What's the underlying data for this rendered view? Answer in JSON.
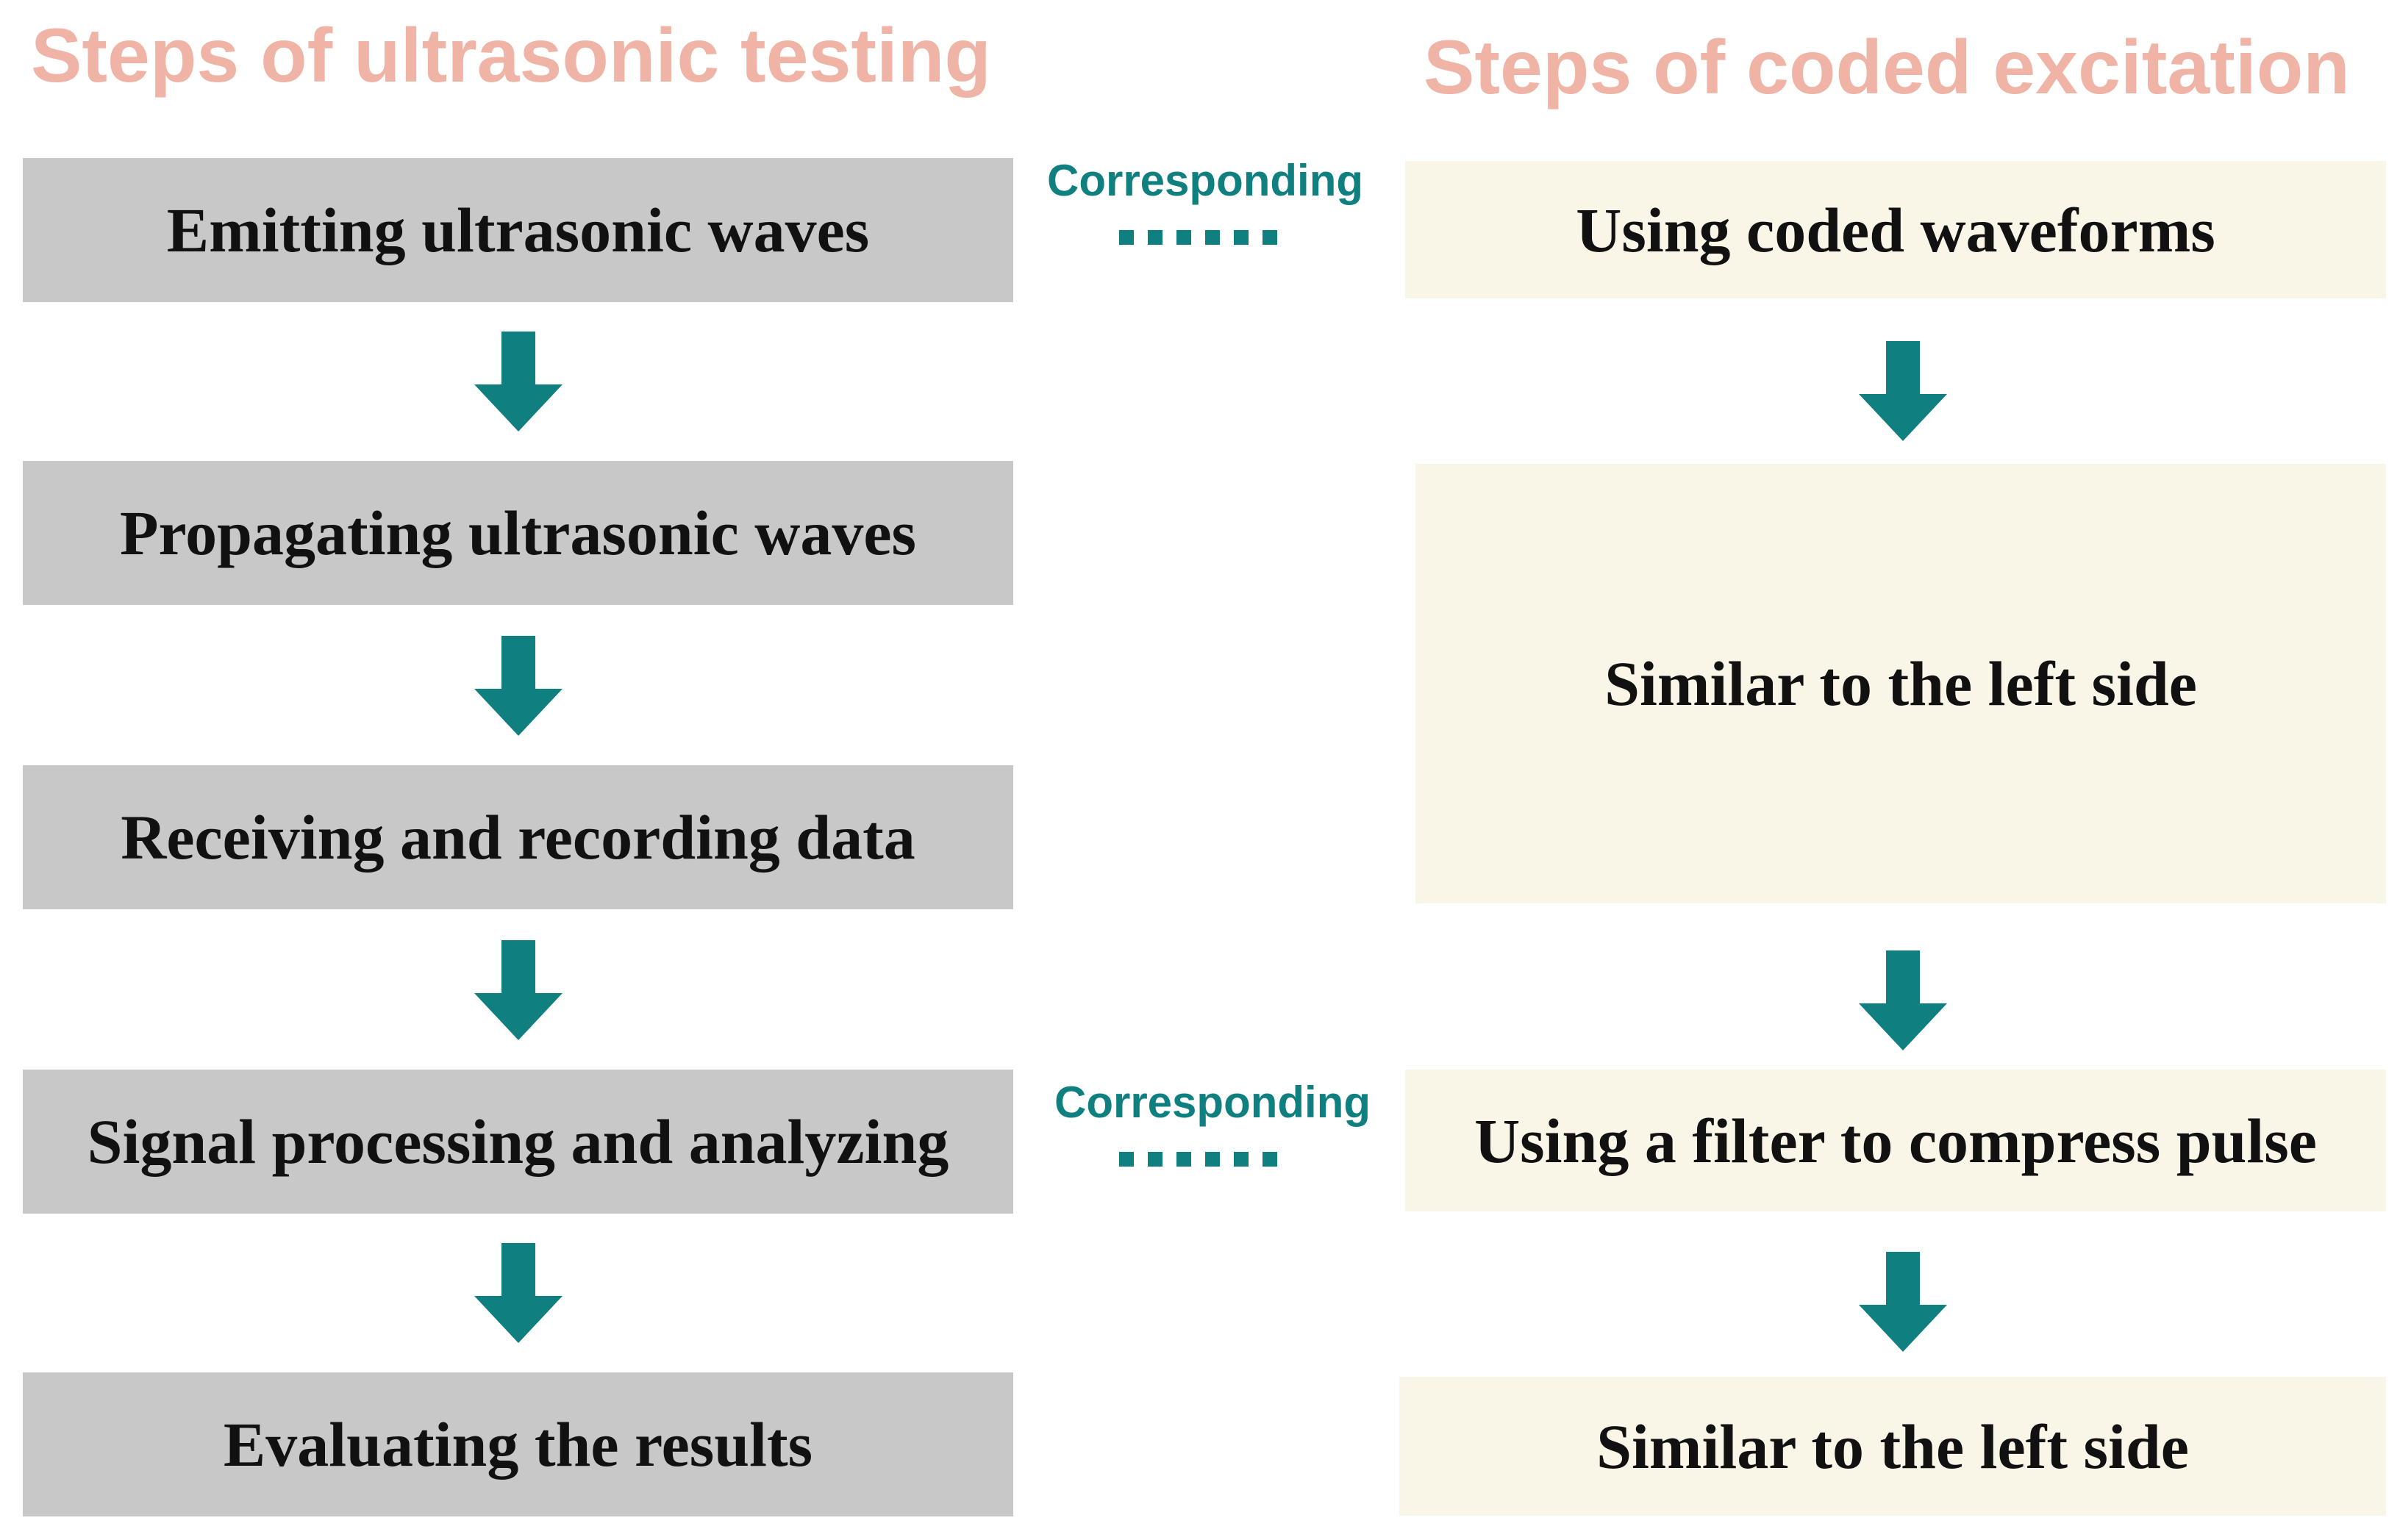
{
  "colors": {
    "heading": "#f0b4a6",
    "left_box": "#c8c8c8",
    "right_box": "#f9f6e7",
    "accent": "#0f7f80",
    "text": "#111111"
  },
  "left": {
    "title": "Steps of ultrasonic testing",
    "steps": [
      "Emitting ultrasonic waves",
      "Propagating ultrasonic waves",
      "Receiving and recording data",
      "Signal processing and analyzing",
      "Evaluating the results"
    ]
  },
  "right": {
    "title": "Steps of coded excitation",
    "steps": [
      "Using coded waveforms",
      "Similar to the left side",
      "Using a filter to compress pulse",
      "Similar to the left side"
    ]
  },
  "correspondences": [
    {
      "label": "Corresponding"
    },
    {
      "label": "Corresponding"
    }
  ]
}
